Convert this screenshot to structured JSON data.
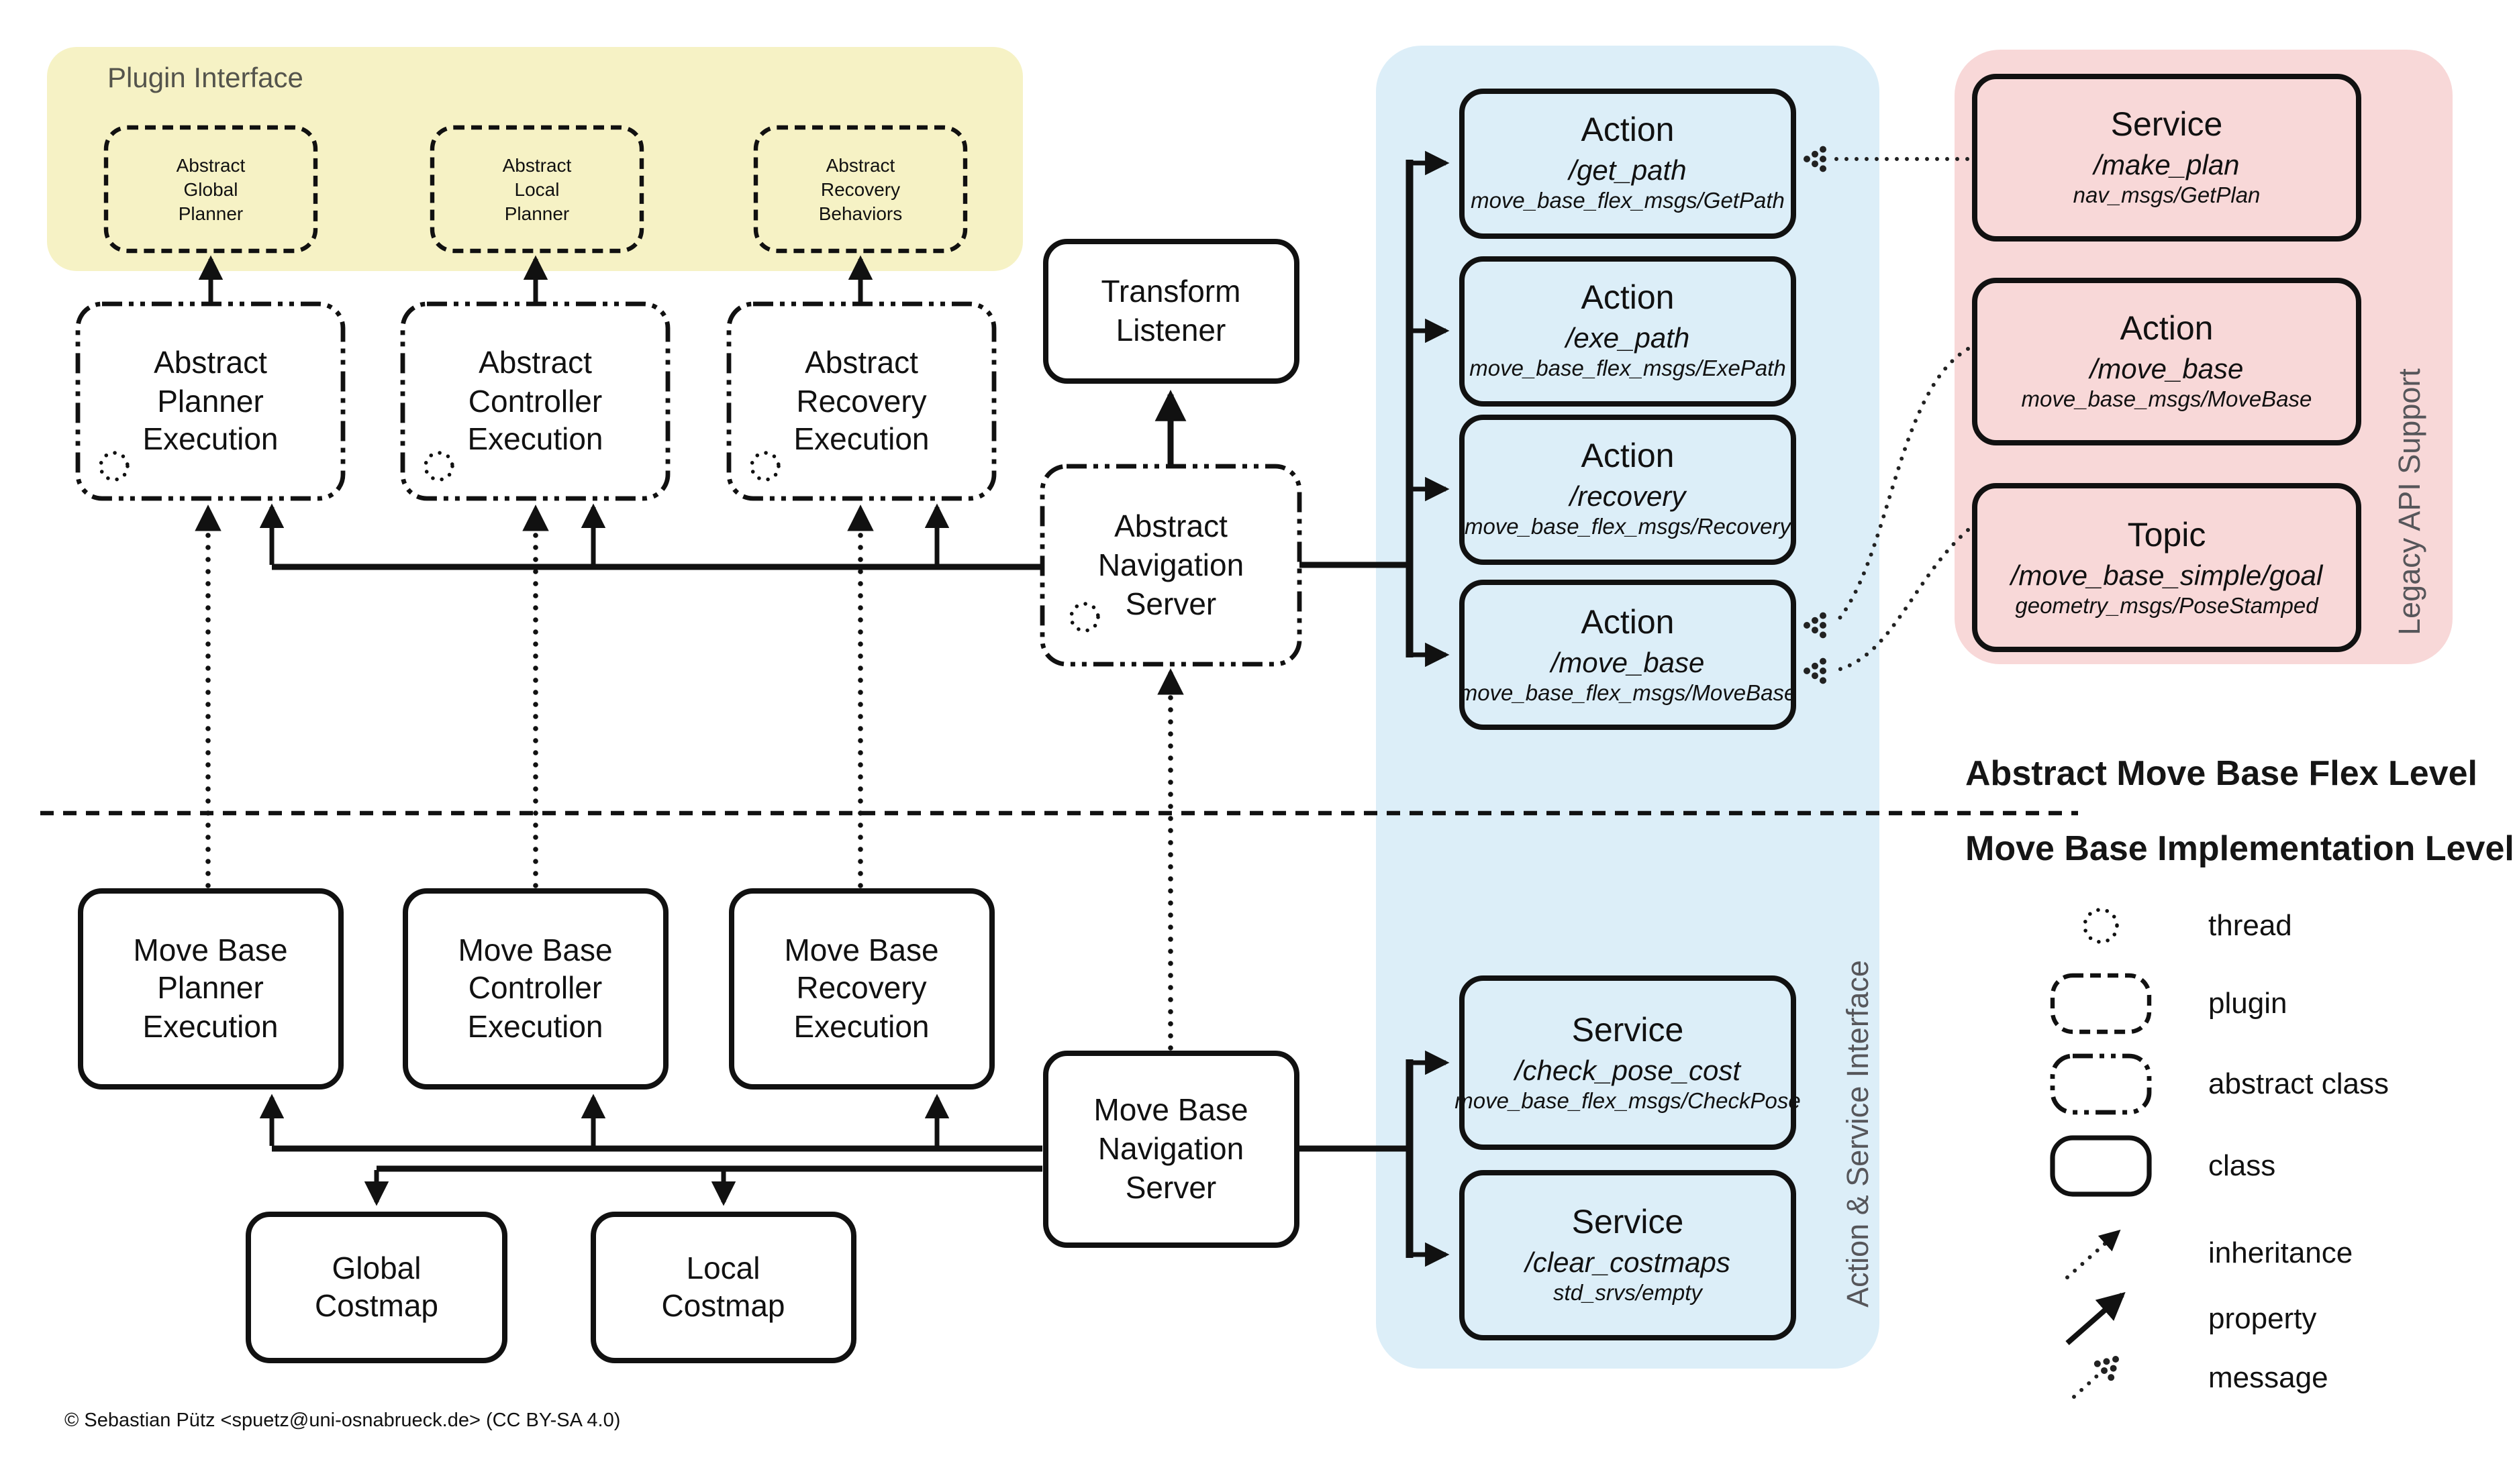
{
  "colors": {
    "plugin_panel_bg": "#f6f2c5",
    "interface_panel_bg": "#dceef8",
    "legacy_panel_bg": "#f8d8d8",
    "ink": "#111111",
    "muted_label": "#56565a"
  },
  "plugin_panel": {
    "label": "Plugin Interface",
    "boxes": [
      {
        "lines": [
          "Abstract",
          "Global",
          "Planner"
        ]
      },
      {
        "lines": [
          "Abstract",
          "Local",
          "Planner"
        ]
      },
      {
        "lines": [
          "Abstract",
          "Recovery",
          "Behaviors"
        ]
      }
    ]
  },
  "abstract_level": {
    "executions": [
      {
        "lines": [
          "Abstract",
          "Planner",
          "Execution"
        ]
      },
      {
        "lines": [
          "Abstract",
          "Controller",
          "Execution"
        ]
      },
      {
        "lines": [
          "Abstract",
          "Recovery",
          "Execution"
        ]
      }
    ],
    "transform_listener": {
      "lines": [
        "Transform",
        "Listener"
      ]
    },
    "nav_server": {
      "lines": [
        "Abstract",
        "Navigation",
        "Server"
      ]
    }
  },
  "implementation_level": {
    "executions": [
      {
        "lines": [
          "Move Base",
          "Planner",
          "Execution"
        ]
      },
      {
        "lines": [
          "Move Base",
          "Controller",
          "Execution"
        ]
      },
      {
        "lines": [
          "Move Base",
          "Recovery",
          "Execution"
        ]
      }
    ],
    "nav_server": {
      "lines": [
        "Move Base",
        "Navigation",
        "Server"
      ]
    },
    "costmaps": [
      {
        "lines": [
          "Global",
          "Costmap"
        ]
      },
      {
        "lines": [
          "Local",
          "Costmap"
        ]
      }
    ]
  },
  "action_service_interface": {
    "label": "Action & Service Interface",
    "endpoints": [
      {
        "kind": "Action",
        "name": "/get_path",
        "type": "move_base_flex_msgs/GetPath"
      },
      {
        "kind": "Action",
        "name": "/exe_path",
        "type": "move_base_flex_msgs/ExePath"
      },
      {
        "kind": "Action",
        "name": "/recovery",
        "type": "move_base_flex_msgs/Recovery"
      },
      {
        "kind": "Action",
        "name": "/move_base",
        "type": "move_base_flex_msgs/MoveBase"
      },
      {
        "kind": "Service",
        "name": "/check_pose_cost",
        "type": "move_base_flex_msgs/CheckPose"
      },
      {
        "kind": "Service",
        "name": "/clear_costmaps",
        "type": "std_srvs/empty"
      }
    ]
  },
  "legacy_api": {
    "label": "Legacy API Support",
    "endpoints": [
      {
        "kind": "Service",
        "name": "/make_plan",
        "type": "nav_msgs/GetPlan"
      },
      {
        "kind": "Action",
        "name": "/move_base",
        "type": "move_base_msgs/MoveBase"
      },
      {
        "kind": "Topic",
        "name": "/move_base_simple/goal",
        "type": "geometry_msgs/PoseStamped"
      }
    ]
  },
  "levels": {
    "abstract": "Abstract Move Base Flex Level",
    "implementation": "Move Base Implementation Level"
  },
  "legend": {
    "items": [
      "thread",
      "plugin",
      "abstract class",
      "class",
      "inheritance",
      "property",
      "message"
    ]
  },
  "footer": {
    "copyright": "© Sebastian Pütz <spuetz@uni-osnabrueck.de> (CC BY-SA 4.0)"
  }
}
